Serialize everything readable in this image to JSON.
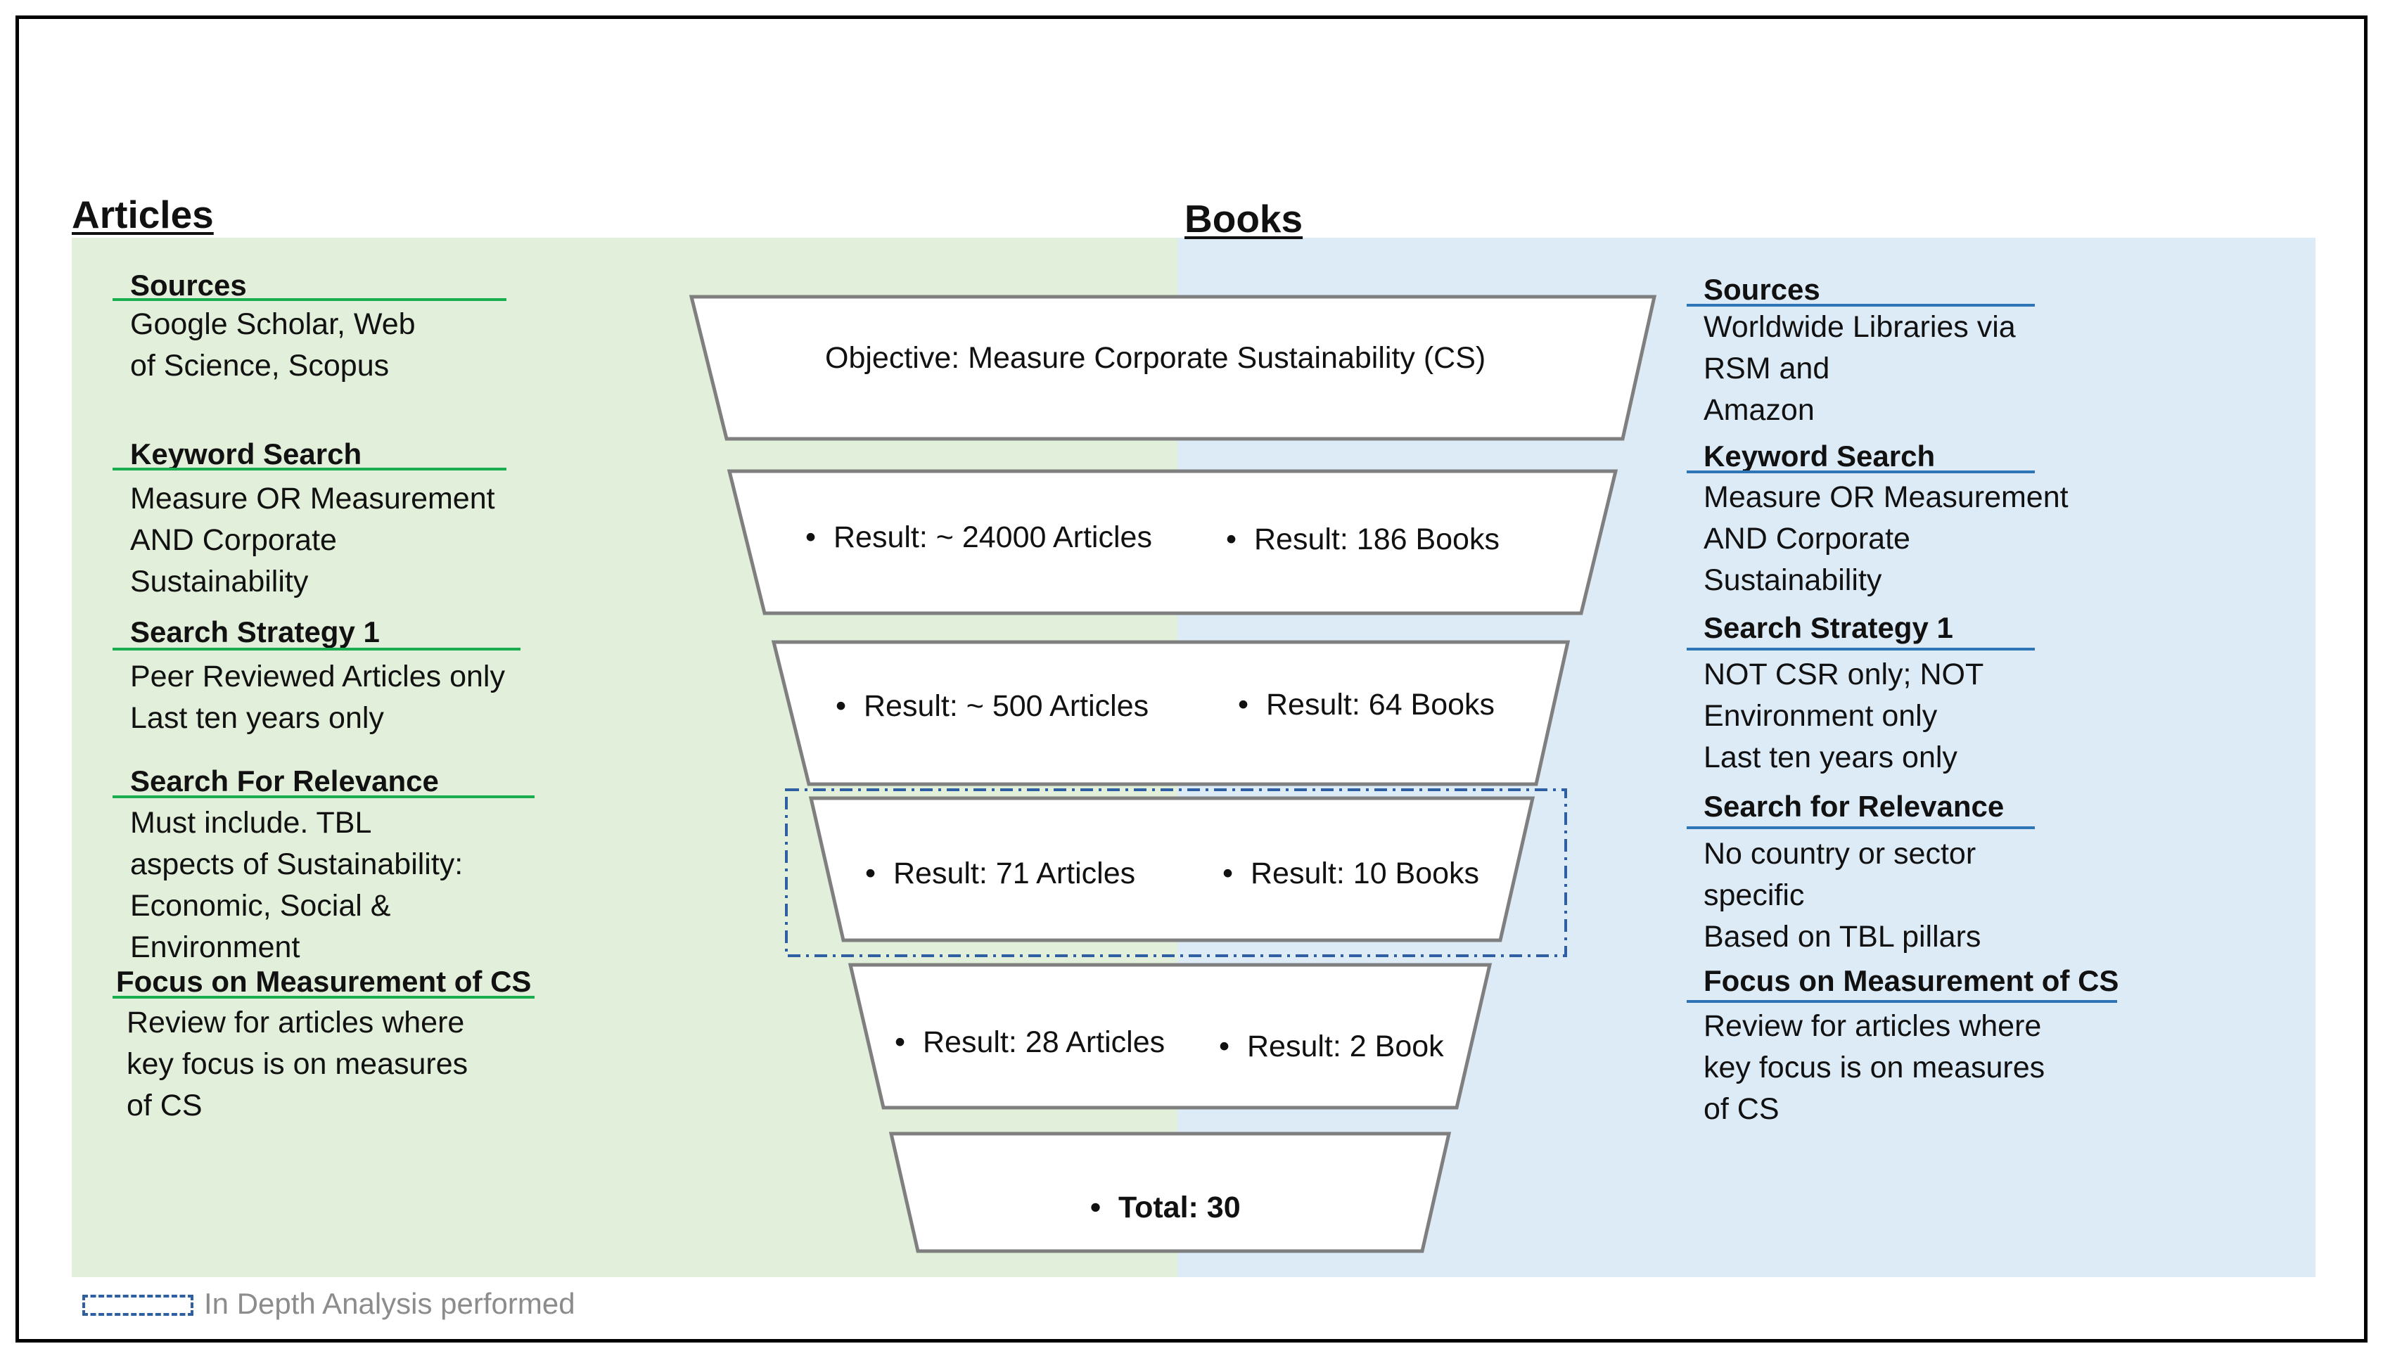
{
  "headings": {
    "articles": "Articles",
    "books": "Books"
  },
  "articles": {
    "sources": {
      "title": "Sources",
      "body": "Google Scholar, Web\nof Science, Scopus"
    },
    "keyword": {
      "title": "Keyword Search",
      "body": "Measure OR Measurement\nAND Corporate\nSustainability"
    },
    "strategy": {
      "title": "Search Strategy 1",
      "body": "Peer Reviewed Articles only\nLast ten years only"
    },
    "relevance": {
      "title": "Search For Relevance",
      "body": "Must include. TBL\naspects of Sustainability:\nEconomic, Social &\nEnvironment"
    },
    "focus": {
      "title": "Focus on Measurement of CS",
      "body": "Review for articles where\nkey focus is on measures\nof  CS"
    }
  },
  "books": {
    "sources": {
      "title": "Sources",
      "body": "Worldwide Libraries via\nRSM and\nAmazon"
    },
    "keyword": {
      "title": "Keyword Search",
      "body": "Measure OR Measurement\nAND Corporate\nSustainability"
    },
    "strategy": {
      "title": "Search Strategy 1",
      "body": "NOT CSR only; NOT\nEnvironment  only\nLast ten years only"
    },
    "relevance": {
      "title": "Search for Relevance",
      "body": "No country or sector\nspecific\nBased on TBL pillars"
    },
    "focus": {
      "title": "Focus on Measurement of CS",
      "body": "Review for articles where\nkey focus is on measures\nof CS"
    }
  },
  "funnel": {
    "objective": "Objective: Measure Corporate Sustainability (CS)",
    "stage1": {
      "articles": "Result: ~ 24000 Articles",
      "books": "Result: 186 Books"
    },
    "stage2": {
      "articles": "Result: ~ 500 Articles",
      "books": "Result: 64 Books"
    },
    "stage3": {
      "articles": "Result:  71 Articles",
      "books": "Result: 10 Books"
    },
    "stage4": {
      "articles": "Result: 28 Articles",
      "books": "Result: 2 Book"
    },
    "total": "Total: 30",
    "bullet": "•"
  },
  "legend": {
    "text": "In Depth Analysis performed"
  },
  "colors": {
    "articles_bg": "#e2efda",
    "books_bg": "#ddebf7",
    "articles_rule": "#1aad4f",
    "books_rule": "#2e75b6",
    "highlight": "#2e5fa3"
  }
}
